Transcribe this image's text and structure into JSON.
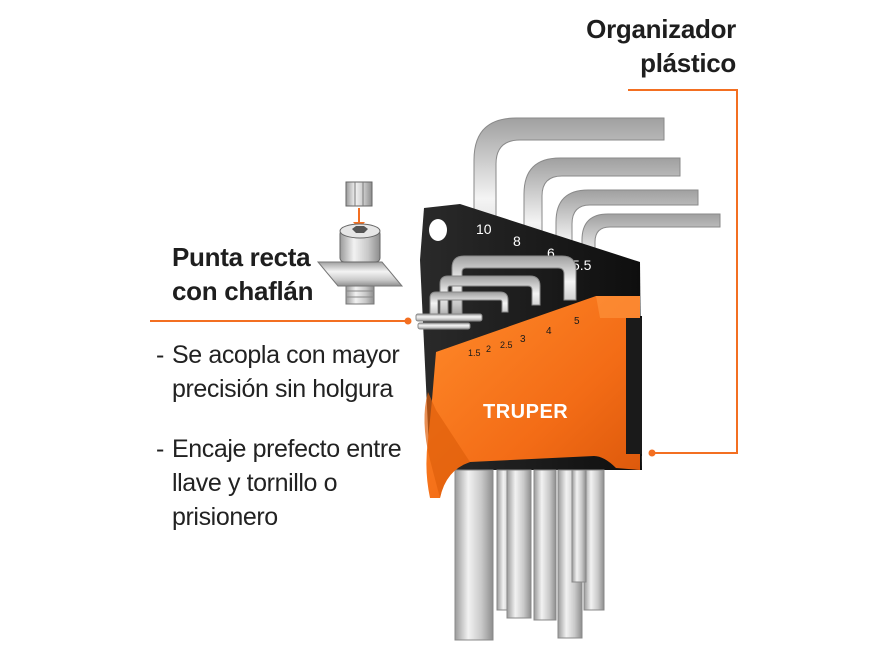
{
  "organizer": {
    "line1": "Organizador",
    "line2": "plástico"
  },
  "tip": {
    "line1": "Punta recta",
    "line2": "con chaflán"
  },
  "bullets": [
    {
      "line1": "Se acopla con mayor",
      "line2": "precisión sin holgura",
      "line3": ""
    },
    {
      "line1": "Encaje prefecto entre",
      "line2": "llave y tornillo o",
      "line3": "prisionero"
    }
  ],
  "bullet_dash": "-",
  "brand": "TRUPER",
  "sizes_large": [
    "10",
    "8",
    "6",
    "5.5"
  ],
  "sizes_small": [
    "1.5",
    "2",
    "2.5",
    "3",
    "4",
    "5"
  ],
  "colors": {
    "accent": "#f36f21",
    "holder_orange": "#f47b20",
    "holder_dark": "#1c1c1c",
    "steel": "#d9d9d9"
  }
}
